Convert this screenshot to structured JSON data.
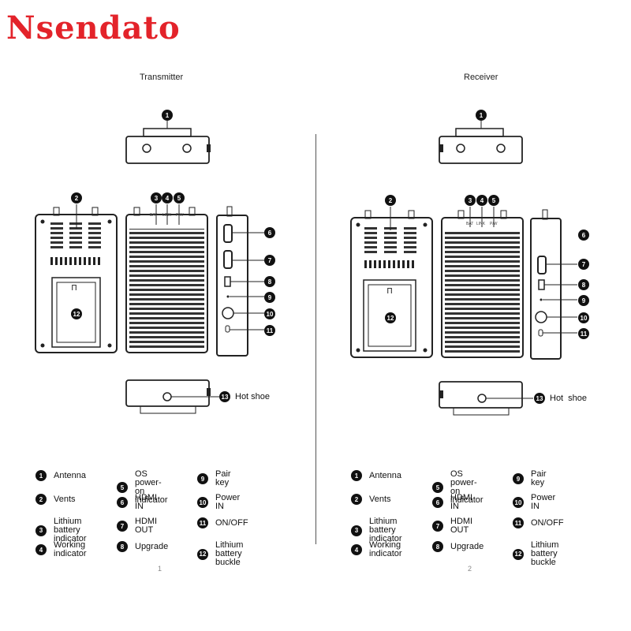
{
  "brand": "Nsendato",
  "sections": {
    "transmitter": "Transmitter",
    "receiver": "Receiver"
  },
  "hot_shoe_label": "Hot shoe",
  "port_labels": {
    "bat": "BAT",
    "link": "LINK",
    "pw": "P/W"
  },
  "numbers": [
    "1",
    "2",
    "3",
    "4",
    "5",
    "6",
    "7",
    "8",
    "9",
    "10",
    "11",
    "12",
    "13"
  ],
  "legend": [
    {
      "num": "1",
      "text": "Antenna"
    },
    {
      "num": "2",
      "text": "Vents"
    },
    {
      "num": "3",
      "text": "Lithium battery\nindicator"
    },
    {
      "num": "4",
      "text": "Working\nindicator"
    },
    {
      "num": "5",
      "text": "OS power-on\nindicator"
    },
    {
      "num": "6",
      "text": "HDMI IN"
    },
    {
      "num": "7",
      "text": "HDMI OUT"
    },
    {
      "num": "8",
      "text": "Upgrade"
    },
    {
      "num": "9",
      "text": "Pair key"
    },
    {
      "num": "10",
      "text": "Power IN"
    },
    {
      "num": "11",
      "text": "ON/OFF"
    },
    {
      "num": "12",
      "text": "Lithium battery\nbuckle"
    }
  ],
  "page_numbers": {
    "left": "1",
    "right": "2"
  }
}
